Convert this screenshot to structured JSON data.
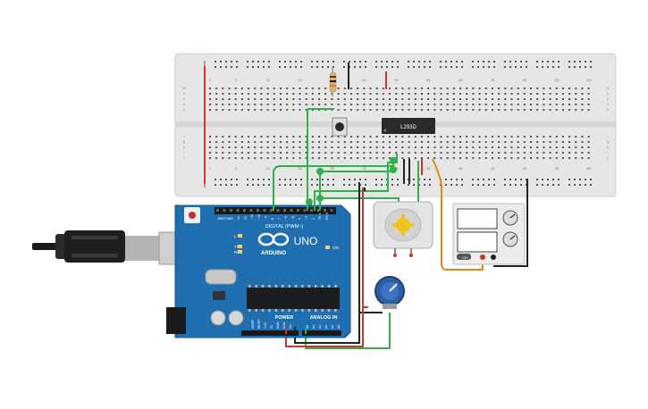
{
  "breadboard": {
    "column_numbers": [
      "1",
      "5",
      "10",
      "15",
      "20",
      "25",
      "30",
      "35",
      "40",
      "45",
      "50",
      "55",
      "60"
    ],
    "row_letters_top": [
      "a",
      "b",
      "c",
      "d",
      "e"
    ],
    "row_letters_bottom": [
      "f",
      "g",
      "h",
      "i",
      "j"
    ],
    "ic_label": "L293D"
  },
  "arduino": {
    "brand": "ARDUINO",
    "model": "UNO",
    "digital_label": "DIGITAL (PWM~)",
    "power_label": "POWER",
    "analog_label": "ANALOG IN",
    "tx_label": "TX",
    "rx_label": "RX",
    "l_label": "L",
    "on_label": "ON",
    "aref_label": "AREF",
    "gnd_label": "GND",
    "digital_pins": [
      "13",
      "12",
      "~11",
      "~10",
      "~9",
      "8",
      "7",
      "~6",
      "~5",
      "4",
      "~3",
      "2",
      "TX 1",
      "RX 0"
    ],
    "power_pins": [
      "IOREF",
      "RESET",
      "3.3V",
      "5V",
      "GND",
      "GND",
      "Vin"
    ],
    "analog_pins": [
      "A0",
      "A1",
      "A2",
      "A3",
      "A4",
      "A5"
    ]
  },
  "power_supply": {
    "label": "CH"
  },
  "colors": {
    "board_bg": "#e6e6e6",
    "arduino": "#1f6fb0",
    "wire_green": "#2fb24a",
    "wire_red": "#d0342c",
    "wire_black": "#222222",
    "wire_orange": "#e8841c"
  }
}
